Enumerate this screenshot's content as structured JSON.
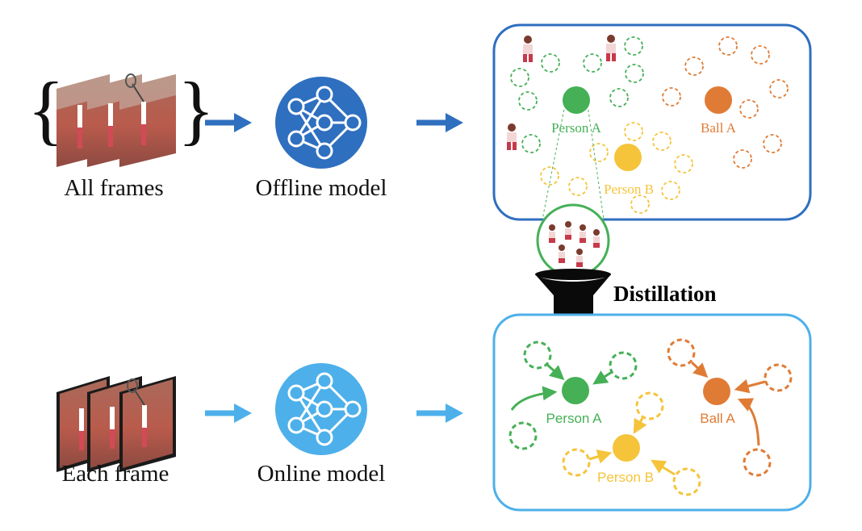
{
  "colors": {
    "offline_blue": "#2f6fbf",
    "online_blue": "#4db0ea",
    "green": "#45b056",
    "orange": "#e07b35",
    "yellow": "#f5c43a",
    "court_red": "#b85a4f",
    "funnel_black": "#0a0a0a"
  },
  "icons": {
    "offline_model": "neural-network-icon",
    "online_model": "neural-network-icon",
    "distillation": "funnel-icon",
    "inset": "magnifier-lens-icon"
  },
  "top_row": {
    "input_label": "All frames",
    "model_label": "Offline model"
  },
  "bottom_row": {
    "input_label": "Each frame",
    "model_label": "Online model"
  },
  "distillation": {
    "label": "Distillation"
  },
  "offline_space": {
    "person_a": "Person A",
    "person_b": "Person B",
    "ball_a": "Ball A"
  },
  "online_space": {
    "person_a": "Person A",
    "person_b": "Person B",
    "ball_a": "Ball A"
  }
}
